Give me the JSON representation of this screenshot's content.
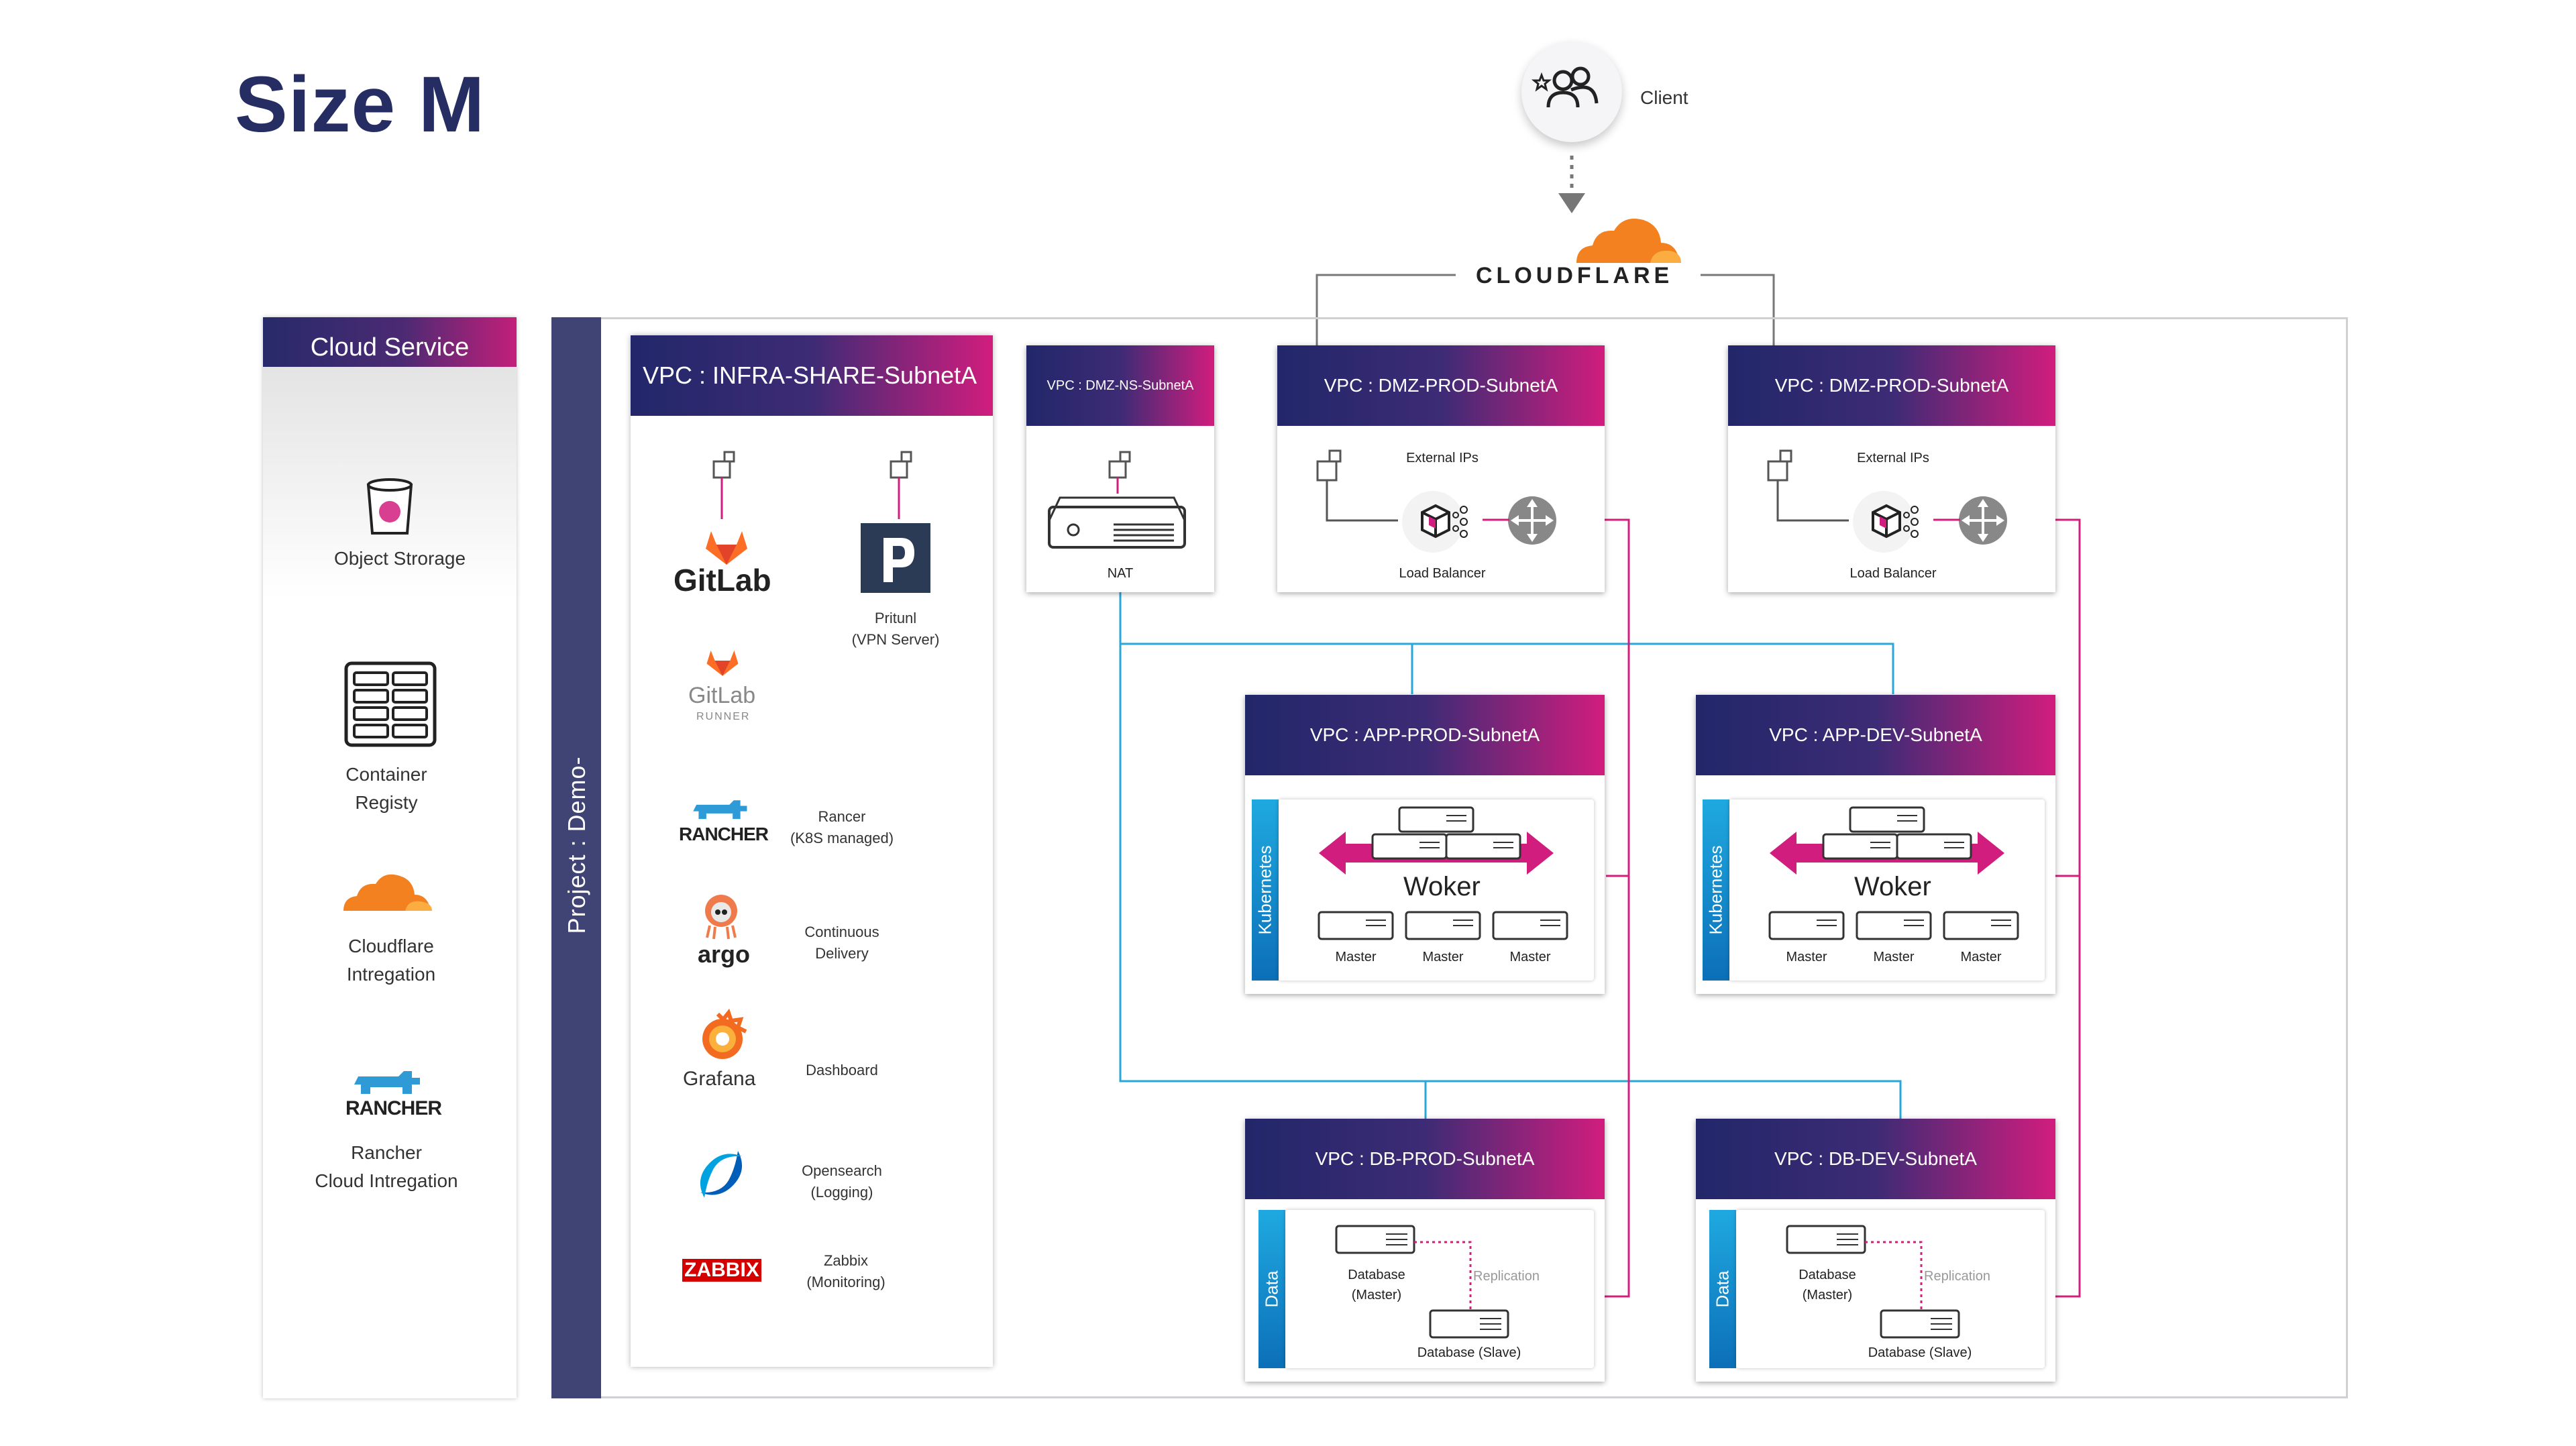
{
  "title": "Size M",
  "client": {
    "label": "Client"
  },
  "cloudflare": {
    "wordmark": "CLOUDFLARE"
  },
  "cloud_service": {
    "header": "Cloud Service",
    "items": [
      {
        "icon": "object-storage-icon",
        "label_lines": [
          "Object Strorage"
        ]
      },
      {
        "icon": "container-registry-icon",
        "label_lines": [
          "Container",
          "Registy"
        ]
      },
      {
        "icon": "cloudflare-icon",
        "label_lines": [
          "Cloudflare",
          "Intregation"
        ]
      },
      {
        "icon": "rancher-icon",
        "label_lines": [
          "Rancher",
          "Cloud Intregation"
        ]
      }
    ],
    "rancher_logo_text": "RANCHER"
  },
  "project": {
    "label": "Project : Demo-"
  },
  "infra": {
    "header": "VPC : INFRA-SHARE-SubnetA",
    "gitlab_logo": "GitLab",
    "gitlab_runner_logo": "GitLab",
    "gitlab_runner_sub": "RUNNER",
    "pritunl_lines": [
      "Pritunl",
      "(VPN Server)"
    ],
    "tools": [
      {
        "logo": "RANCHER",
        "lines": [
          "Rancer",
          "(K8S managed)"
        ]
      },
      {
        "logo": "argo",
        "lines": [
          "Continuous",
          "Delivery"
        ]
      },
      {
        "logo": "Grafana",
        "lines": [
          "Dashboard"
        ]
      },
      {
        "logo": "",
        "lines": [
          "Opensearch",
          "(Logging)"
        ]
      },
      {
        "logo": "ZABBIX",
        "lines": [
          "Zabbix",
          "(Monitoring)"
        ]
      }
    ]
  },
  "dmz_ns": {
    "header": "VPC : DMZ-NS-SubnetA",
    "nat_label": "NAT"
  },
  "dmz_prod_1": {
    "header": "VPC : DMZ-PROD-SubnetA",
    "external_ips": "External IPs",
    "load_balancer": "Load Balancer"
  },
  "dmz_prod_2": {
    "header": "VPC : DMZ-PROD-SubnetA",
    "external_ips": "External IPs",
    "load_balancer": "Load Balancer"
  },
  "app_prod": {
    "header": "VPC : APP-PROD-SubnetA",
    "side_label": "Kubernetes",
    "worker": "Woker",
    "masters": [
      "Master",
      "Master",
      "Master"
    ]
  },
  "app_dev": {
    "header": "VPC : APP-DEV-SubnetA",
    "side_label": "Kubernetes",
    "worker": "Woker",
    "masters": [
      "Master",
      "Master",
      "Master"
    ]
  },
  "db_prod": {
    "header": "VPC : DB-PROD-SubnetA",
    "side_label": "Data",
    "master_lines": [
      "Database",
      "(Master)"
    ],
    "replication": "Replication",
    "slave": "Database (Slave)"
  },
  "db_dev": {
    "header": "VPC : DB-DEV-SubnetA",
    "side_label": "Data",
    "master_lines": [
      "Database",
      "(Master)"
    ],
    "replication": "Replication",
    "slave": "Database (Slave)"
  },
  "colors": {
    "navy": "#252d63",
    "magenta": "#d11d7d",
    "cyan": "#1fa9e0",
    "cf_orange": "#f48120",
    "gitlab_orange": "#fc6d26"
  }
}
